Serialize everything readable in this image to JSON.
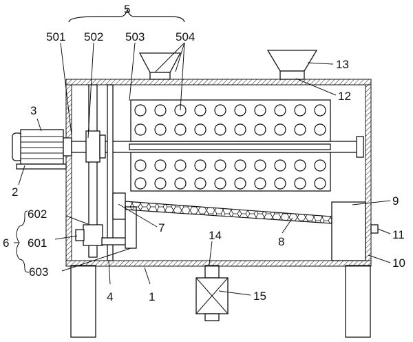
{
  "labels": {
    "l5": "5",
    "l501": "501",
    "l502": "502",
    "l503": "503",
    "l504": "504",
    "l3": "3",
    "l2": "2",
    "l13": "13",
    "l12": "12",
    "l9": "9",
    "l602": "602",
    "l6": "6",
    "l601": "601",
    "l603": "603",
    "l7": "7",
    "l14": "14",
    "l8": "8",
    "l11": "11",
    "l10": "10",
    "l4": "4",
    "l1": "1",
    "l15": "15"
  },
  "colors": {
    "line": "#111111",
    "background": "#ffffff"
  }
}
